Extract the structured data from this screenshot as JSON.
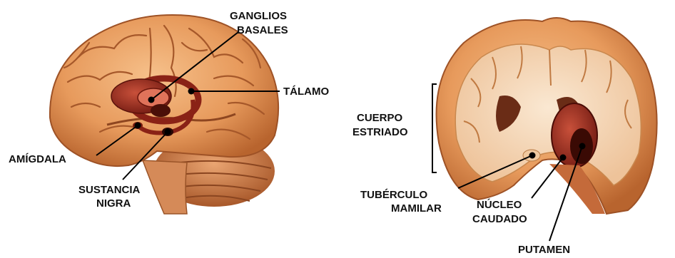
{
  "labels": {
    "ganglios_basales": [
      "GANGLIOS",
      "BASALES"
    ],
    "talamo": "TÁLAMO",
    "amigdala": "AMÍGDALA",
    "sustancia_nigra": [
      "SUSTANCIA",
      "NIGRA"
    ],
    "cuerpo_estriado": [
      "CUERPO",
      "ESTRIADO"
    ],
    "tuberculo_mamilar": [
      "TUBÉRCULO",
      "MAMILAR"
    ],
    "nucleo_caudado": [
      "NÚCLEO",
      "CAUDADO"
    ],
    "putamen": "PUTAMEN"
  },
  "colors": {
    "cortex": "#e79a5c",
    "cortex_light": "#f2b57c",
    "cortex_dark": "#b8642e",
    "basal_ganglia": "#9a2a1c",
    "cerebellum": "#d98c5a",
    "white_matter": "#f6dcc0",
    "line": "#000000"
  }
}
